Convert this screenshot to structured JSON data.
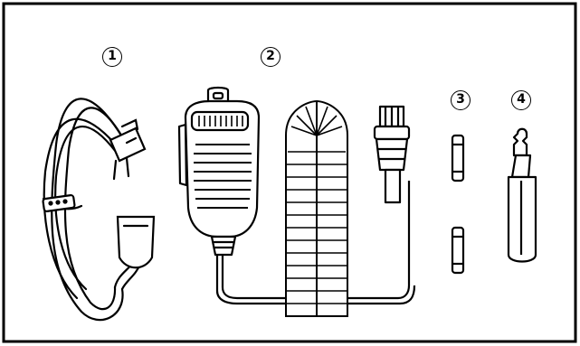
{
  "items": [
    {
      "number": "1"
    },
    {
      "number": "2"
    },
    {
      "number": "3"
    },
    {
      "number": "4"
    }
  ]
}
